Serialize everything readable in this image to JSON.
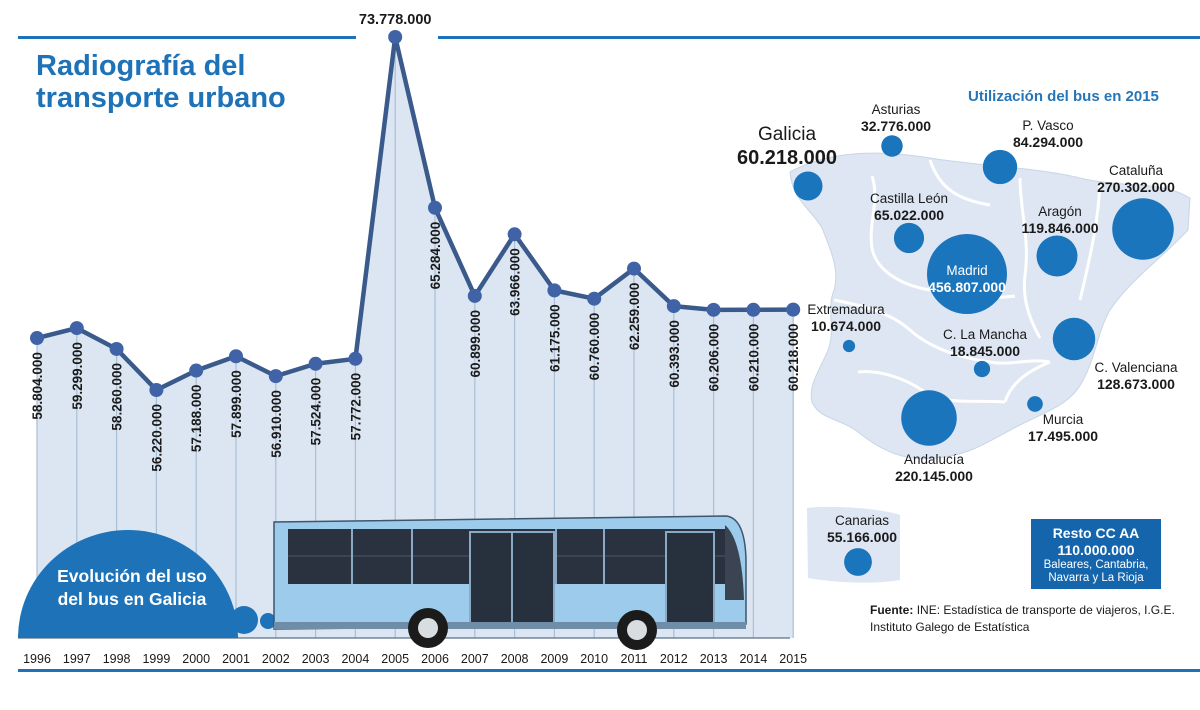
{
  "title": {
    "line1": "Radiografía del",
    "line2": "transporte urbano"
  },
  "evolution_label": {
    "line1": "Evolución del uso",
    "line2": "del bus en Galicia"
  },
  "chart_data": {
    "type": "line",
    "x": [
      "1996",
      "1997",
      "1998",
      "1999",
      "2000",
      "2001",
      "2002",
      "2003",
      "2004",
      "2005",
      "2006",
      "2007",
      "2008",
      "2009",
      "2010",
      "2011",
      "2012",
      "2013",
      "2014",
      "2015"
    ],
    "values": [
      58804000,
      59299000,
      58260000,
      56220000,
      57188000,
      57899000,
      56910000,
      57524000,
      57772000,
      73778000,
      65284000,
      60899000,
      63966000,
      61175000,
      60760000,
      62259000,
      60393000,
      60206000,
      60210000,
      60218000
    ],
    "labels": [
      "58.804.000",
      "59.299.000",
      "58.260.000",
      "56.220.000",
      "57.188.000",
      "57.899.000",
      "56.910.000",
      "57.524.000",
      "57.772.000",
      "73.778.000",
      "65.284.000",
      "60.899.000",
      "63.966.000",
      "61.175.000",
      "60.760.000",
      "62.259.000",
      "60.393.000",
      "60.206.000",
      "60.210.000",
      "60.218.000"
    ],
    "title": "Evolución del uso del bus en Galicia",
    "colors": {
      "line": "#3a5a8c",
      "marker": "#3f63a6",
      "fill": "#dce6f2",
      "grid": "#a8bfd6",
      "accent": "#1d72b8"
    }
  },
  "map": {
    "title": "Utilización del bus en 2015",
    "regions": [
      {
        "name": "Galicia",
        "value": "60.218.000",
        "count": 60218000
      },
      {
        "name": "Asturias",
        "value": "32.776.000",
        "count": 32776000
      },
      {
        "name": "P. Vasco",
        "value": "84.294.000",
        "count": 84294000
      },
      {
        "name": "Cataluña",
        "value": "270.302.000",
        "count": 270302000
      },
      {
        "name": "Castilla León",
        "value": "65.022.000",
        "count": 65022000
      },
      {
        "name": "Aragón",
        "value": "119.846.000",
        "count": 119846000
      },
      {
        "name": "Madrid",
        "value": "456.807.000",
        "count": 456807000
      },
      {
        "name": "Extremadura",
        "value": "10.674.000",
        "count": 10674000
      },
      {
        "name": "C. La Mancha",
        "value": "18.845.000",
        "count": 18845000
      },
      {
        "name": "C. Valenciana",
        "value": "128.673.000",
        "count": 128673000
      },
      {
        "name": "Murcia",
        "value": "17.495.000",
        "count": 17495000
      },
      {
        "name": "Andalucía",
        "value": "220.145.000",
        "count": 220145000
      },
      {
        "name": "Canarias",
        "value": "55.166.000",
        "count": 55166000
      }
    ],
    "resto": {
      "title": "Resto CC AA",
      "value": "110.000.000",
      "note": "Baleares, Cantabria, Navarra y La Rioja"
    }
  },
  "source": {
    "label": "Fuente:",
    "text": "INE: Estadística de transporte de viajeros, I.G.E. Instituto Galego de Estatística"
  }
}
